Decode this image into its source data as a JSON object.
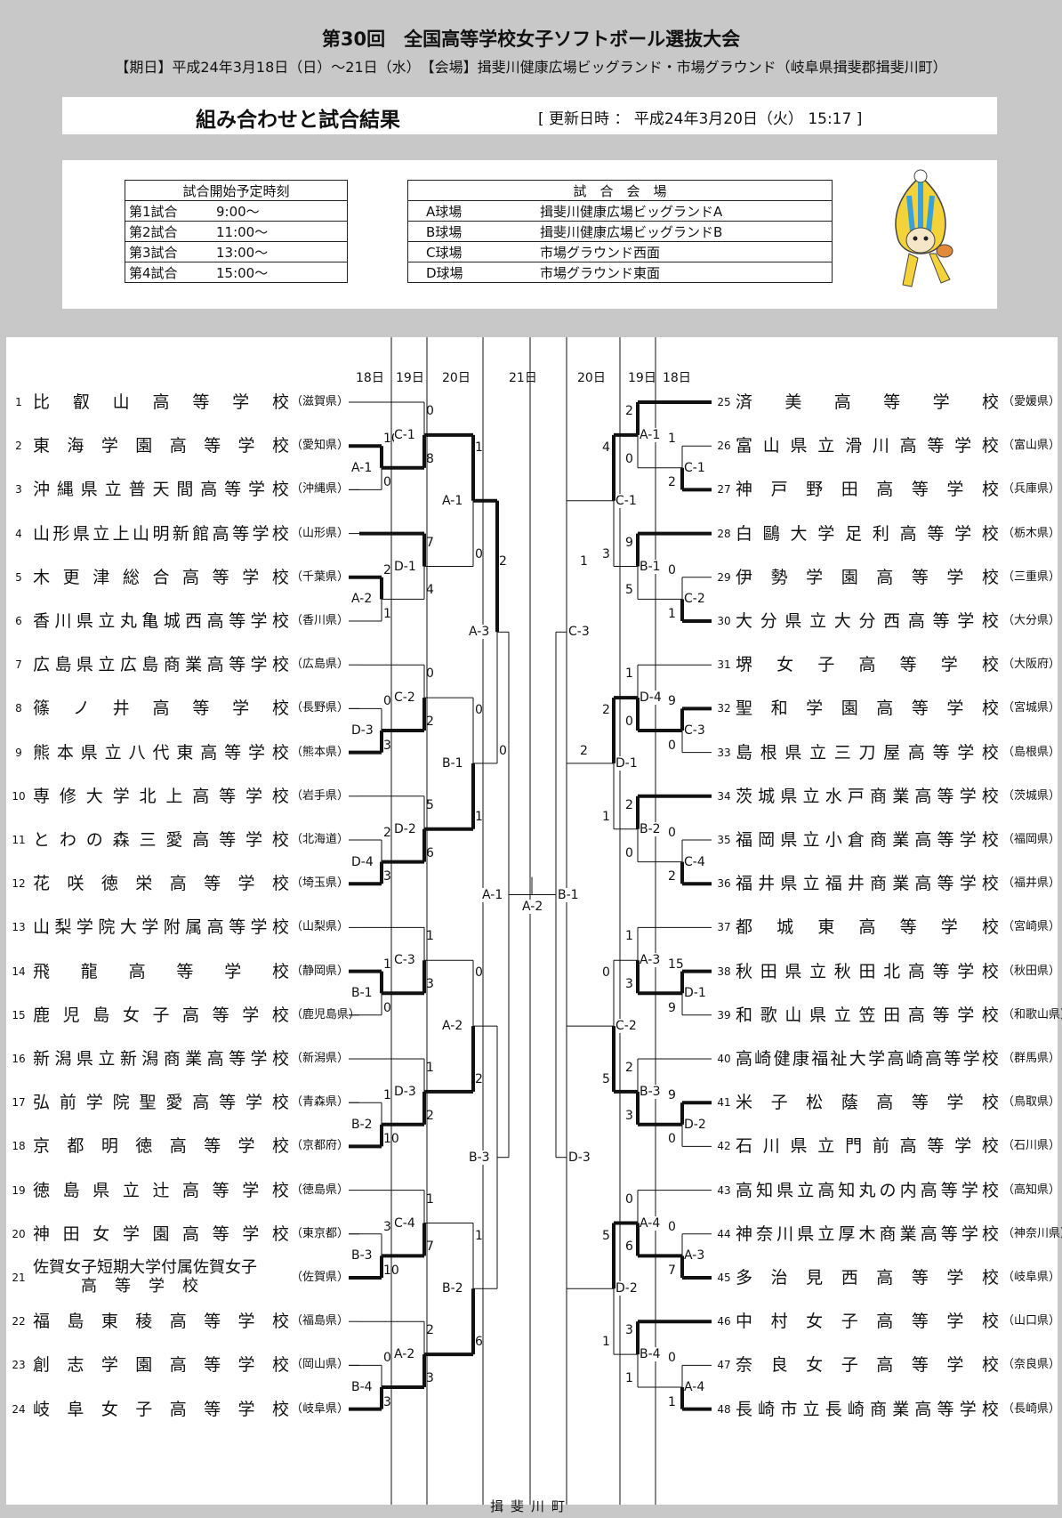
{
  "header": {
    "title": "第30回　全国高等学校女子ソフトボール選抜大会",
    "subtitle": "【期日】平成24年3月18日（日）～21日（水）　【会場】揖斐川健康広場ビッグランド・市場グラウンド（岐阜県揖斐郡揖斐川町）"
  },
  "titlebar": {
    "title": "組み合わせと試合結果",
    "updated": "[ 更新日時 ： 平成24年3月20日（火） 15:17 ]"
  },
  "times": {
    "header": "試合開始予定時刻",
    "rows": [
      {
        "game": "第1試合",
        "time": "9:00～"
      },
      {
        "game": "第2試合",
        "time": "11:00～"
      },
      {
        "game": "第3試合",
        "time": "13:00～"
      },
      {
        "game": "第4試合",
        "time": "15:00～"
      }
    ]
  },
  "venues": {
    "header": "試　合　会　場",
    "rows": [
      {
        "field": "A球場",
        "place": "揖斐川健康広場ビッグランドA"
      },
      {
        "field": "B球場",
        "place": "揖斐川健康広場ビッグランドB"
      },
      {
        "field": "C球場",
        "place": "市場グラウンド西面"
      },
      {
        "field": "D球場",
        "place": "市場グラウンド東面"
      }
    ]
  },
  "days_left": [
    "18日",
    "19日",
    "20日"
  ],
  "day_final": "21日",
  "days_right": [
    "20日",
    "19日",
    "18日"
  ],
  "left_teams": [
    {
      "no": "1",
      "name": "比叡山高等学校",
      "pref": "（滋賀県）"
    },
    {
      "no": "2",
      "name": "東海学園高等学校",
      "pref": "（愛知県）"
    },
    {
      "no": "3",
      "name": "沖縄県立普天間高等学校",
      "pref": "（沖縄県）"
    },
    {
      "no": "4",
      "name": "山形県立上山明新館高等学校",
      "pref": "（山形県）"
    },
    {
      "no": "5",
      "name": "木更津総合高等学校",
      "pref": "（千葉県）"
    },
    {
      "no": "6",
      "name": "香川県立丸亀城西高等学校",
      "pref": "（香川県）"
    },
    {
      "no": "7",
      "name": "広島県立広島商業高等学校",
      "pref": "（広島県）"
    },
    {
      "no": "8",
      "name": "篠ノ井高等学校",
      "pref": "（長野県）"
    },
    {
      "no": "9",
      "name": "熊本県立八代東高等学校",
      "pref": "（熊本県）"
    },
    {
      "no": "10",
      "name": "専修大学北上高等学校",
      "pref": "（岩手県）"
    },
    {
      "no": "11",
      "name": "とわの森三愛高等学校",
      "pref": "（北海道）"
    },
    {
      "no": "12",
      "name": "花咲徳栄高等学校",
      "pref": "（埼玉県）"
    },
    {
      "no": "13",
      "name": "山梨学院大学附属高等学校",
      "pref": "（山梨県）"
    },
    {
      "no": "14",
      "name": "飛龍高等学校",
      "pref": "（静岡県）"
    },
    {
      "no": "15",
      "name": "鹿児島女子高等学校",
      "pref": "（鹿児島県）"
    },
    {
      "no": "16",
      "name": "新潟県立新潟商業高等学校",
      "pref": "（新潟県）"
    },
    {
      "no": "17",
      "name": "弘前学院聖愛高等学校",
      "pref": "（青森県）"
    },
    {
      "no": "18",
      "name": "京都明徳高等学校",
      "pref": "（京都府）"
    },
    {
      "no": "19",
      "name": "徳島県立辻高等学校",
      "pref": "（徳島県）"
    },
    {
      "no": "20",
      "name": "神田女学園高等学校",
      "pref": "（東京都）"
    },
    {
      "no": "21",
      "name": "佐賀女子短期大学付属佐賀女子",
      "name2": "高等学校",
      "pref": "（佐賀県）"
    },
    {
      "no": "22",
      "name": "福島東稜高等学校",
      "pref": "（福島県）"
    },
    {
      "no": "23",
      "name": "創志学園高等学校",
      "pref": "（岡山県）"
    },
    {
      "no": "24",
      "name": "岐阜女子高等学校",
      "pref": "（岐阜県）"
    }
  ],
  "right_teams": [
    {
      "no": "25",
      "name": "済美高等学校",
      "pref": "（愛媛県）"
    },
    {
      "no": "26",
      "name": "富山県立滑川高等学校",
      "pref": "（富山県）"
    },
    {
      "no": "27",
      "name": "神戸野田高等学校",
      "pref": "（兵庫県）"
    },
    {
      "no": "28",
      "name": "白鷗大学足利高等学校",
      "pref": "（栃木県）"
    },
    {
      "no": "29",
      "name": "伊勢学園高等学校",
      "pref": "（三重県）"
    },
    {
      "no": "30",
      "name": "大分県立大分西高等学校",
      "pref": "（大分県）"
    },
    {
      "no": "31",
      "name": "堺女子高等学校",
      "pref": "（大阪府）"
    },
    {
      "no": "32",
      "name": "聖和学園高等学校",
      "pref": "（宮城県）"
    },
    {
      "no": "33",
      "name": "島根県立三刀屋高等学校",
      "pref": "（島根県）"
    },
    {
      "no": "34",
      "name": "茨城県立水戸商業高等学校",
      "pref": "（茨城県）"
    },
    {
      "no": "35",
      "name": "福岡県立小倉商業高等学校",
      "pref": "（福岡県）"
    },
    {
      "no": "36",
      "name": "福井県立福井商業高等学校",
      "pref": "（福井県）"
    },
    {
      "no": "37",
      "name": "都城東高等学校",
      "pref": "（宮崎県）"
    },
    {
      "no": "38",
      "name": "秋田県立秋田北高等学校",
      "pref": "（秋田県）"
    },
    {
      "no": "39",
      "name": "和歌山県立笠田高等学校",
      "pref": "（和歌山県）"
    },
    {
      "no": "40",
      "name": "高崎健康福祉大学高崎高等学校",
      "pref": "（群馬県）"
    },
    {
      "no": "41",
      "name": "米子松蔭高等学校",
      "pref": "（鳥取県）"
    },
    {
      "no": "42",
      "name": "石川県立門前高等学校",
      "pref": "（石川県）"
    },
    {
      "no": "43",
      "name": "高知県立高知丸の内高等学校",
      "pref": "（高知県）"
    },
    {
      "no": "44",
      "name": "神奈川県立厚木商業高等学校",
      "pref": "（神奈川県）"
    },
    {
      "no": "45",
      "name": "多治見西高等学校",
      "pref": "（岐阜県）"
    },
    {
      "no": "46",
      "name": "中村女子高等学校",
      "pref": "（山口県）"
    },
    {
      "no": "47",
      "name": "奈良女子高等学校",
      "pref": "（奈良県）"
    },
    {
      "no": "48",
      "name": "長崎市立長崎商業高等学校",
      "pref": "（長崎県）"
    }
  ],
  "left_games": [
    {
      "id": "C-1",
      "top_score": "0",
      "bot_score": "8",
      "sub": {
        "id": "A-1",
        "top_score": "10",
        "bot_score": "0",
        "top_win": true
      },
      "top_win": false
    },
    {
      "id": "D-1",
      "top_score": "7",
      "bot_score": "4",
      "sub": {
        "id": "A-2",
        "top_score": "2",
        "bot_score": "1",
        "top_win": true
      },
      "top_win": true
    },
    {
      "id": "C-2",
      "top_score": "0",
      "bot_score": "2",
      "sub": {
        "id": "D-3",
        "top_score": "0",
        "bot_score": "3",
        "top_win": false
      },
      "top_win": false
    },
    {
      "id": "D-2",
      "top_score": "5",
      "bot_score": "6",
      "sub": {
        "id": "D-4",
        "top_score": "2",
        "bot_score": "3",
        "top_win": false
      },
      "top_win": false
    },
    {
      "id": "C-3",
      "top_score": "1",
      "bot_score": "3",
      "sub": {
        "id": "B-1",
        "top_score": "1",
        "bot_score": "0",
        "top_win": true
      },
      "top_win": false
    },
    {
      "id": "D-3",
      "top_score": "1",
      "bot_score": "2",
      "sub": {
        "id": "B-2",
        "top_score": "1",
        "bot_score": "10",
        "top_win": false
      },
      "top_win": false
    },
    {
      "id": "C-4",
      "top_score": "1",
      "bot_score": "7",
      "sub": {
        "id": "B-3",
        "top_score": "3",
        "bot_score": "10",
        "top_win": false
      },
      "top_win": false
    },
    {
      "id": "A-2",
      "top_score": "2",
      "bot_score": "3",
      "sub": {
        "id": "B-4",
        "top_score": "0",
        "bot_score": "3",
        "top_win": false
      },
      "top_win": false
    }
  ],
  "left_r2": [
    {
      "id": "A-1",
      "top_score": "1",
      "bot_score": "0",
      "top_win": true
    },
    {
      "id": "B-1",
      "top_score": "0",
      "bot_score": "1",
      "top_win": false
    },
    {
      "id": "A-2",
      "top_score": "0",
      "bot_score": "2",
      "top_win": false
    },
    {
      "id": "B-2",
      "top_score": "1",
      "bot_score": "6",
      "top_win": false
    }
  ],
  "left_r3": [
    {
      "id": "A-3",
      "top_score": "2",
      "bot_score": "0",
      "top_win": true
    },
    {
      "id": "B-3",
      "top_score": "",
      "bot_score": "",
      "top_win": null
    }
  ],
  "right_games": [
    {
      "id": "A-1",
      "top_score": "2",
      "bot_score": "0",
      "sub": {
        "id": "C-1",
        "top_score": "1",
        "bot_score": "2",
        "top_win": false
      },
      "top_win": true
    },
    {
      "id": "B-1",
      "top_score": "9",
      "bot_score": "5",
      "sub": {
        "id": "C-2",
        "top_score": "0",
        "bot_score": "1",
        "top_win": false
      },
      "top_win": true
    },
    {
      "id": "D-4",
      "top_score": "1",
      "bot_score": "0",
      "sub": {
        "id": "C-3",
        "top_score": "9",
        "bot_score": "0",
        "top_win": true
      },
      "top_win": false
    },
    {
      "id": "B-2",
      "top_score": "2",
      "bot_score": "0",
      "sub": {
        "id": "C-4",
        "top_score": "0",
        "bot_score": "2",
        "top_win": false
      },
      "top_win": true
    },
    {
      "id": "A-3",
      "top_score": "1",
      "bot_score": "3",
      "sub": {
        "id": "D-1",
        "top_score": "15",
        "bot_score": "9",
        "top_win": true
      },
      "top_win": false
    },
    {
      "id": "B-3",
      "top_score": "2",
      "bot_score": "3",
      "sub": {
        "id": "D-2",
        "top_score": "9",
        "bot_score": "0",
        "top_win": true
      },
      "top_win": false
    },
    {
      "id": "A-4",
      "top_score": "0",
      "bot_score": "6",
      "sub": {
        "id": "A-3",
        "top_score": "0",
        "bot_score": "7",
        "top_win": false
      },
      "top_win": false
    },
    {
      "id": "B-4",
      "top_score": "3",
      "bot_score": "1",
      "sub": {
        "id": "A-4",
        "top_score": "0",
        "bot_score": "1",
        "top_win": false
      },
      "top_win": true
    }
  ],
  "right_r2": [
    {
      "id": "C-1",
      "top_score": "4",
      "bot_score": "3",
      "top_win": true
    },
    {
      "id": "D-1",
      "top_score": "2",
      "bot_score": "1",
      "top_win": true
    },
    {
      "id": "C-2",
      "top_score": "0",
      "bot_score": "5",
      "top_win": false
    },
    {
      "id": "D-2",
      "top_score": "5",
      "bot_score": "1",
      "top_win": true
    }
  ],
  "right_r3": [
    {
      "id": "C-3",
      "top_score": "1",
      "bot_score": "2",
      "top_win": false
    },
    {
      "id": "D-3",
      "top_score": "",
      "bot_score": "",
      "top_win": null
    }
  ],
  "semis": {
    "left": "A-1",
    "right": "B-1",
    "final": "A-2"
  },
  "footer": "揖斐川町"
}
